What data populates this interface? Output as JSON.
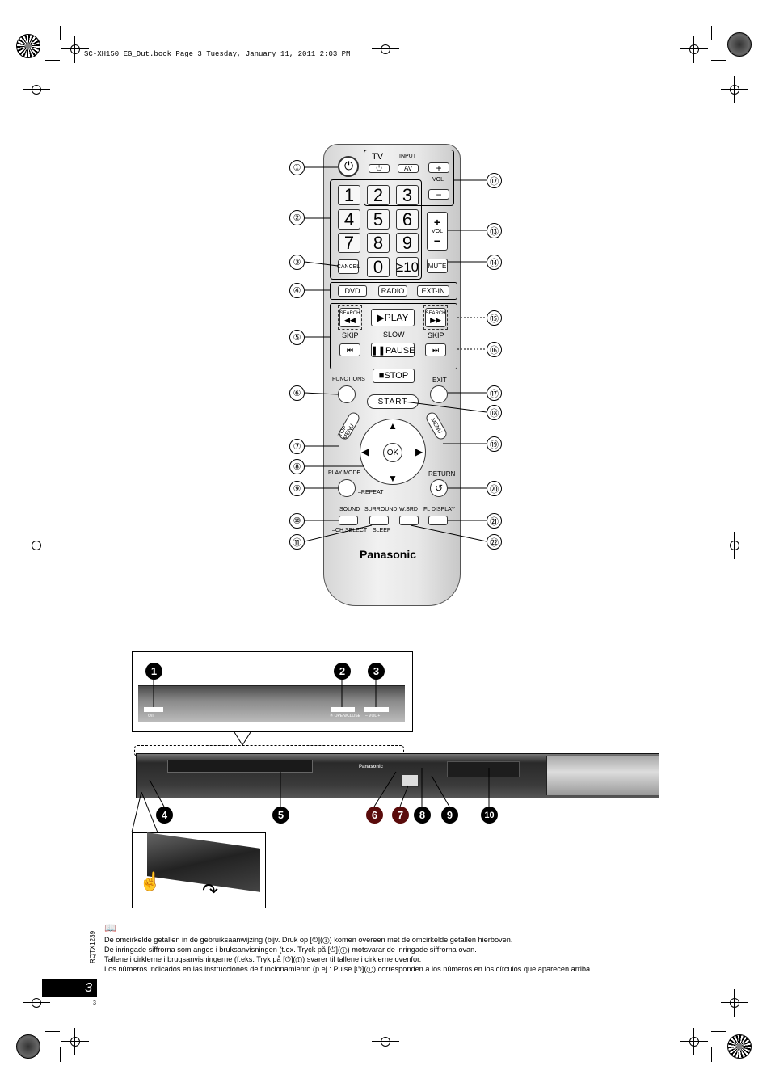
{
  "header": {
    "text": "SC-XH150 EG_Dut.book  Page 3  Tuesday, January 11, 2011  2:03 PM"
  },
  "remote": {
    "tv_label": "TV",
    "input_label": "INPUT",
    "av_label": "AV",
    "vol_label": "VOL",
    "keys": [
      "1",
      "2",
      "3",
      "4",
      "5",
      "6",
      "7",
      "8",
      "9"
    ],
    "zero": "0",
    "ten": "≥10",
    "cancel": "CANCEL",
    "mute": "MUTE",
    "sources": [
      "DVD",
      "RADIO",
      "EXT-IN"
    ],
    "search": "SEARCH",
    "play": "▶PLAY",
    "slow": "SLOW",
    "skip": "SKIP",
    "pause": "❚❚PAUSE",
    "stop": "■STOP",
    "functions": "FUNCTIONS",
    "exit": "EXIT",
    "start": "START",
    "top_menu": "TOP MENU",
    "menu": "MENU",
    "ok": "OK",
    "play_mode": "PLAY MODE",
    "repeat": "–REPEAT",
    "return": "RETURN",
    "sound": "SOUND",
    "ch_select": "–CH SELECT",
    "surround": "SURROUND",
    "sleep": "SLEEP",
    "wsrd": "W.SRD",
    "fl_display": "FL DISPLAY",
    "brand": "Panasonic"
  },
  "callouts_remote": [
    "①",
    "②",
    "③",
    "④",
    "⑤",
    "⑥",
    "⑦",
    "⑧",
    "⑨",
    "⑩",
    "⑪",
    "⑫",
    "⑬",
    "⑭",
    "⑮",
    "⑯",
    "⑰",
    "⑱",
    "⑲",
    "⑳",
    "㉑",
    "㉒"
  ],
  "unit": {
    "callouts": [
      "1",
      "2",
      "3",
      "4",
      "5",
      "6",
      "7",
      "8",
      "9",
      "10"
    ],
    "brand": "Panasonic",
    "power_label": "⏻/I",
    "open_close_label": "≜ OPEN/CLOSE",
    "vol_label": "– VOL +"
  },
  "side": {
    "rqtx": "RQTX1239",
    "page_big": "3",
    "page_small": "3"
  },
  "notes": [
    "De omcirkelde getallen in de gebruiksaanwijzing (bijv. Druk op [⏻](①) komen overeen met de omcirkelde getallen hierboven.",
    "De inringade siffrorna som anges i bruksanvisningen (t.ex. Tryck på [⏻](①) motsvarar de inringade siffrorna ovan.",
    "Tallene i cirklerne i brugsanvisningerne (f.eks. Tryk på [⏻](①) svarer til tallene i cirklerne ovenfor.",
    "Los números indicados en las instrucciones de funcionamiento (p.ej.: Pulse [⏻](①) corresponden a los números en los círculos que aparecen arriba."
  ]
}
